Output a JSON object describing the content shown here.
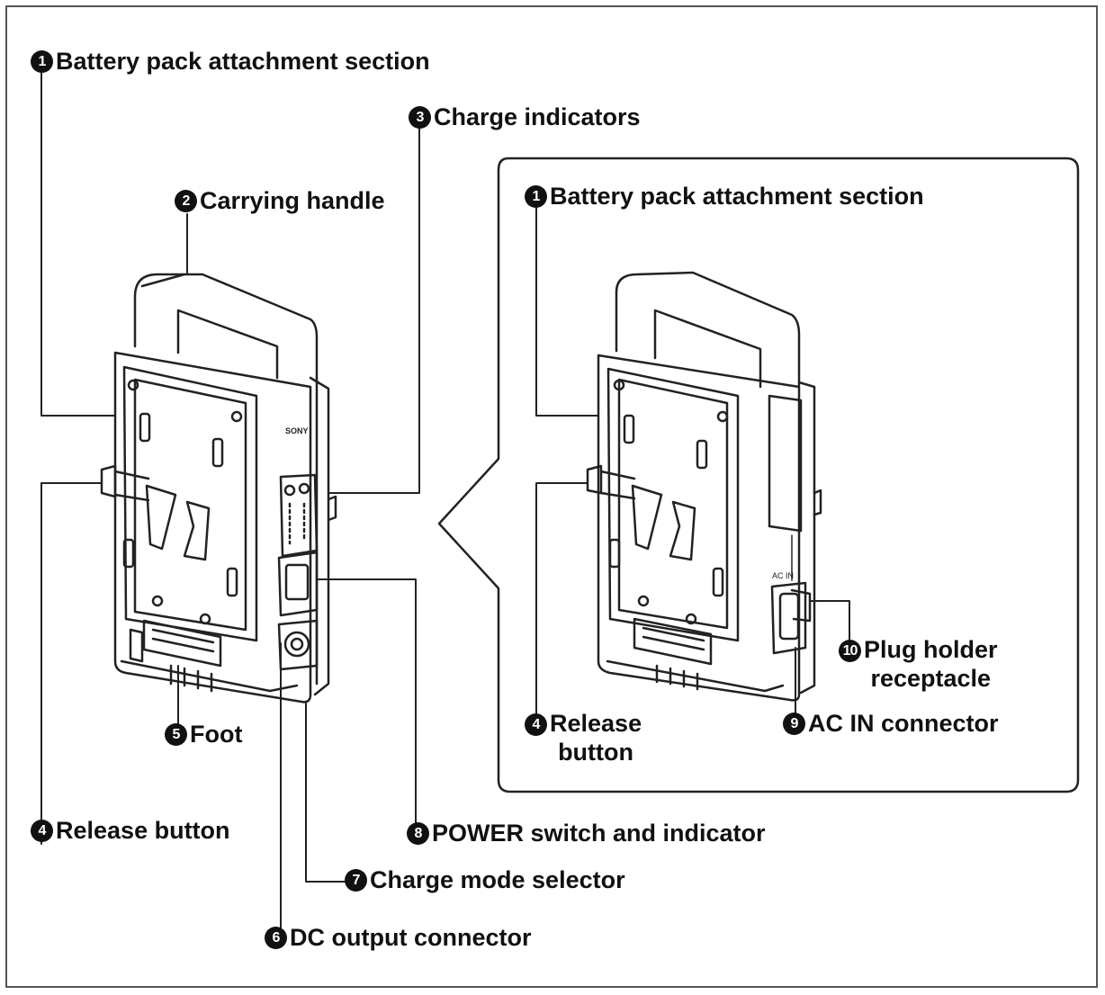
{
  "callouts": {
    "c1_left": {
      "num": "1",
      "label": "Battery pack attachment section"
    },
    "c2": {
      "num": "2",
      "label": "Carrying handle"
    },
    "c3": {
      "num": "3",
      "label": "Charge indicators"
    },
    "c4_left": {
      "num": "4",
      "label": "Release button"
    },
    "c5": {
      "num": "5",
      "label": "Foot"
    },
    "c6": {
      "num": "6",
      "label": "DC output connector"
    },
    "c7": {
      "num": "7",
      "label": "Charge mode selector"
    },
    "c8": {
      "num": "8",
      "label": "POWER switch and indicator"
    },
    "c1_right": {
      "num": "1",
      "label": "Battery pack attachment section"
    },
    "c4_right": {
      "num": "4",
      "line1": "Release",
      "line2": "button"
    },
    "c9": {
      "num": "9",
      "label": "AC IN connector"
    },
    "c10": {
      "num": "10",
      "line1": "Plug holder",
      "line2": "receptacle"
    }
  },
  "device_marks": {
    "brand": "SONY",
    "ac_in": "AC IN"
  },
  "colors": {
    "line": "#222222",
    "frame": "#555555",
    "device_fill": "#ffffff",
    "marker_bg": "#111111"
  }
}
